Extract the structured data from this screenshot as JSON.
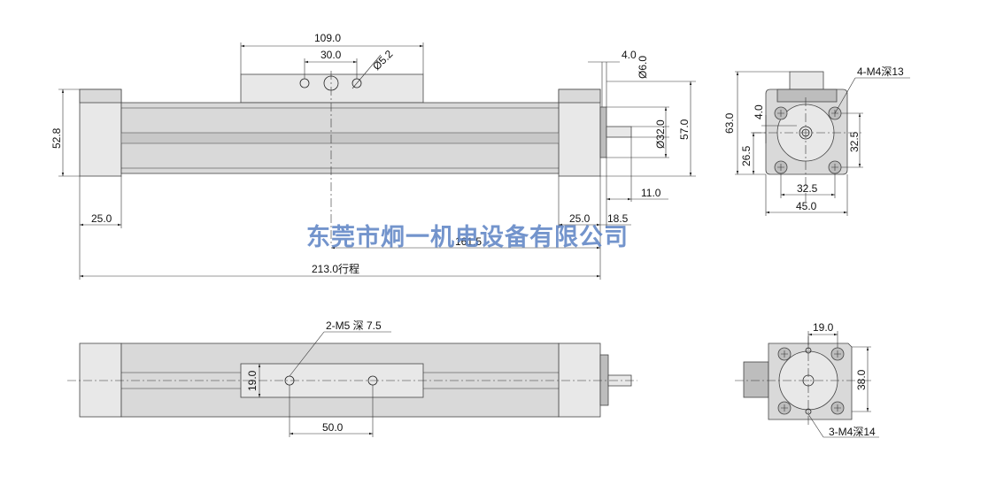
{
  "watermark": "东莞市炯一机电设备有限公司",
  "front_view": {
    "dims": {
      "d109": "109.0",
      "d30": "30.0",
      "d52_2": "Ø5.2",
      "d4": "4.0",
      "d6": "Ø6.0",
      "d528": "52.8",
      "d32": "Ø32.0",
      "d57": "57.0",
      "d11": "11.0",
      "d25l": "25.0",
      "d25r": "25.0",
      "d185": "18.5",
      "d1615": "161.5",
      "d213": "213.0行程"
    }
  },
  "end_view": {
    "dims": {
      "m4_13": "4-M4深13",
      "d63": "63.0",
      "d4": "4.0",
      "d265": "26.5",
      "d325v": "32.5",
      "d325h": "32.5",
      "d45": "45.0"
    }
  },
  "top_view": {
    "dims": {
      "m5": "2-M5 深 7.5",
      "d19": "19.0",
      "d50": "50.0"
    }
  },
  "rear_view": {
    "dims": {
      "d19": "19.0",
      "d38": "38.0",
      "m4_14": "3-M4深14"
    }
  }
}
